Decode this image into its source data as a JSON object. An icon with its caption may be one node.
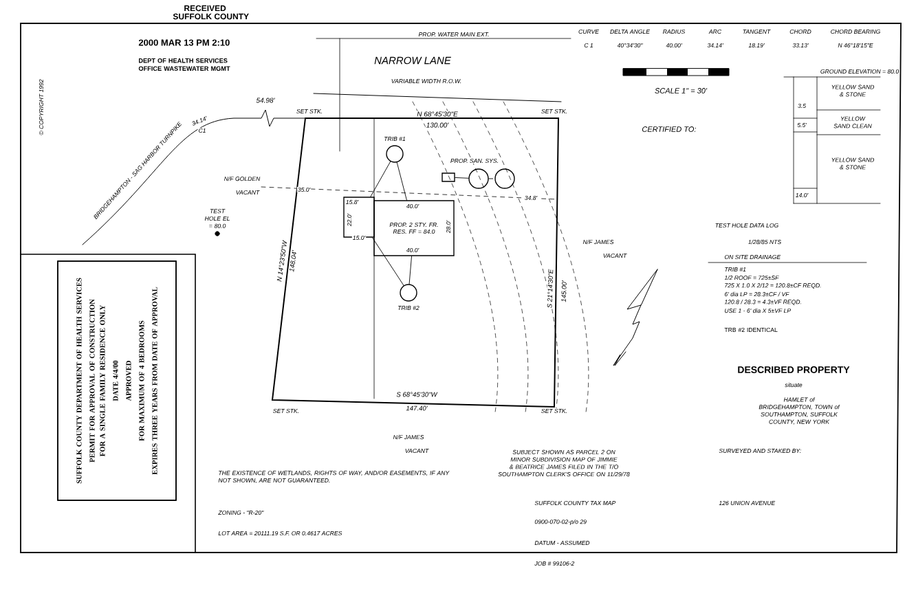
{
  "diagram": {
    "nodes": [
      {
        "text": [
          "SUFFOLK COUNTY DEPARTMENT OF HEALTH SERVICES",
          "PERMIT FOR APPROVAL OF CONSTRUCTION FOR A SINGLE FAMILY RESIDENCE ONLY",
          "DATE 4/4/00",
          "APPROVED",
          "FOR MAXIMUM OF 4 BEDROOMS",
          "EXPIRES THREE YEARS FROM DATE OF APPROVAL"
        ]
      },
      {
        "text": [
          "PROP. 2 STY. FR. RES. FF = 84.0"
        ]
      },
      {
        "text": [],
        "shape": "box"
      },
      {
        "text": [],
        "shape": "circle",
        "beside": [
          "TRIB #1"
        ]
      },
      {
        "text": [],
        "shape": "circle",
        "beside": [
          "TRIB #2"
        ]
      },
      {
        "text": [],
        "shape": "box"
      },
      {
        "text": [],
        "shape": "circle",
        "beside": [
          "PROP. SAN. SYS."
        ]
      },
      {
        "text": [],
        "shape": "circle"
      }
    ],
    "edges": [
      {
        "from": 2,
        "to": 3,
        "arrow": "none"
      },
      {
        "from": 1,
        "to": 3,
        "arrow": "none"
      },
      {
        "from": 2,
        "to": 4,
        "arrow": "none"
      },
      {
        "from": 1,
        "to": 4,
        "arrow": "none"
      },
      {
        "from": 5,
        "to": 6,
        "arrow": "none"
      },
      {
        "from": 6,
        "to": 7,
        "arrow": "none",
        "style": "dashed"
      }
    ],
    "labels": [
      "RECEIVED",
      "SUFFOLK COUNTY",
      "2000 MAR 13 PM 2:10",
      "DEPT OF HEALTH SERVICES OFFICE WASTEWATER MGMT",
      "© COPYRIGHT 1992",
      "PROP. WATER MAIN EXT.",
      "NARROW LANE",
      "VARIABLE WIDTH R.O.W.",
      "CURVE",
      "DELTA ANGLE",
      "RADIUS",
      "ARC",
      "TANGENT",
      "CHORD",
      "CHORD BEARING",
      "C 1",
      "40°34'30\"",
      "40.00'",
      "34.14'",
      "18.19'",
      "33.13'",
      "N 46°18'15\"E",
      "SCALE 1\" = 30'",
      "CERTIFIED TO:",
      "GROUND ELEVATION = 80.0",
      "YELLOW SAND & STONE",
      "3.5",
      "YELLOW SAND CLEAN",
      "5.5'",
      "YELLOW SAND & STONE",
      "14.0'",
      "54.98'",
      "SET STK.",
      "SET STK.",
      "N 68°45'30\"E",
      "130.00'",
      "34.14'",
      "C1",
      "BRIDGEHAMPTON - SAG HARBOR TURNPIKE",
      "N/F GOLDEN",
      "VACANT",
      "TEST HOLE EL = 80.0",
      "35.0'",
      "15.8'",
      "40.0'",
      "22.0'",
      "28.0'",
      "15.0'",
      "40.0'",
      "34.8'",
      "N 14°23'50\"W",
      "148.04'",
      "S 21°14'30\"E",
      "145.00'",
      "N/F JAMES",
      "VACANT",
      "TEST HOLE DATA LOG",
      "1/28/85 NTS",
      "ON SITE DRAINAGE",
      "TRIB #1",
      "1/2 ROOF = 725±SF",
      "725 X 1.0 X 2/12 = 120.8±CF REQD.",
      "6' dia LP = 28.3±CF / VF",
      "120.8 / 28.3 = 4.3±VF REQD.",
      "USE 1 - 6' dia X 5±VF LP",
      "TRB #2 IDENTICAL",
      "S 68°45'30\"W",
      "147.40'",
      "SET STK.",
      "SET STK.",
      "N/F JAMES",
      "VACANT",
      "DESCRIBED PROPERTY",
      "situate",
      "HAMLET of BRIDGEHAMPTON, TOWN of SOUTHAMPTON, SUFFOLK COUNTY, NEW YORK",
      "SUBJECT SHOWN AS PARCEL 2 ON MINOR SUBDIVISION MAP OF JIMMIE & BEATRICE JAMES FILED IN THE T/O SOUTHAMPTON CLERK'S OFFICE ON 11/29/78",
      "SURVEYED AND STAKED BY:",
      "126 UNION AVENUE",
      "THE EXISTENCE OF WETLANDS, RIGHTS OF WAY, AND/OR EASEMENTS, IF ANY NOT SHOWN, ARE NOT GUARANTEED.",
      "ZONING - \"R-20\"",
      "LOT AREA = 20111.19 S.F. OR 0.4617 ACRES",
      "SUFFOLK COUNTY TAX MAP",
      "0900-070-02-p/o 29",
      "DATUM - ASSUMED",
      "JOB # 99106-2"
    ]
  }
}
